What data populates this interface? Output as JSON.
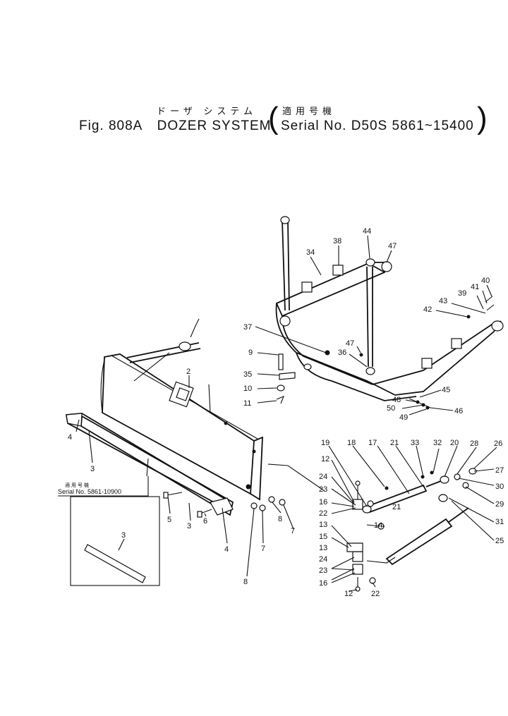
{
  "header": {
    "title_jp": "ドーザ システム",
    "fig_label": "Fig. 808A",
    "title": "DOZER SYSTEM",
    "serial_jp": "適用号機",
    "serial": "Serial No. D50S 5861~15400"
  },
  "inset": {
    "serial_jp": "適用号機",
    "serial": "Serial No. 5861-10900",
    "part": "3"
  },
  "callouts": {
    "c1": "44",
    "c2": "38",
    "c3": "47",
    "c4": "34",
    "c5": "40",
    "c6": "41",
    "c7": "39",
    "c8": "43",
    "c9": "42",
    "c10": "37",
    "c11": "47",
    "c12": "36",
    "c13": "9",
    "c14": "35",
    "c15": "10",
    "c16": "11",
    "c17": "45",
    "c18": "48",
    "c19": "50",
    "c20": "49",
    "c21": "46",
    "c22": "2",
    "c23": "4",
    "c24": "3",
    "c25": "5",
    "c26": "3",
    "c27": "6",
    "c28": "4",
    "c29": "8",
    "c30": "7",
    "c31": "8",
    "c32": "7",
    "c33": "19",
    "c34": "18",
    "c35": "17",
    "c36": "21",
    "c37": "33",
    "c38": "32",
    "c39": "20",
    "c40": "28",
    "c41": "26",
    "c42": "12",
    "c43": "27",
    "c44": "24",
    "c45": "30",
    "c46": "23",
    "c47": "16",
    "c48": "22",
    "c49": "21",
    "c50": "29",
    "c51": "13",
    "c52": "14",
    "c53": "31",
    "c54": "15",
    "c55": "25",
    "c56": "13",
    "c57": "24",
    "c58": "23",
    "c59": "16",
    "c60": "12",
    "c61": "22"
  }
}
